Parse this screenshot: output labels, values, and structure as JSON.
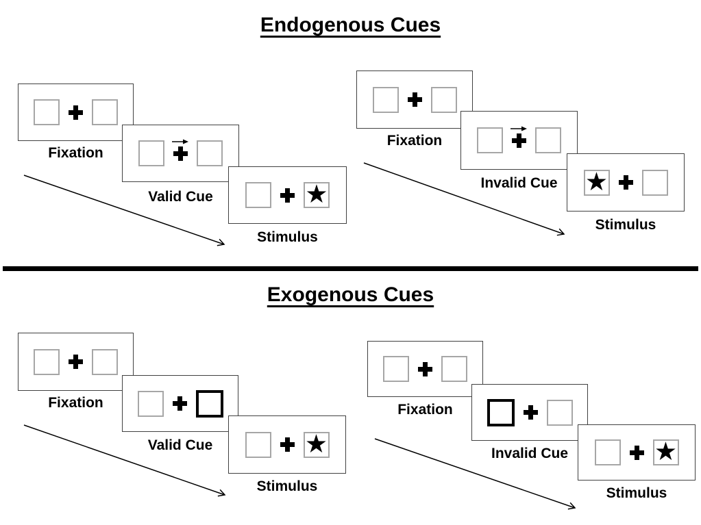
{
  "diagram": {
    "type": "posner-cueing-paradigm",
    "sections": [
      {
        "id": "endogenous",
        "title": "Endogenous Cues",
        "groups": [
          {
            "id": "valid",
            "panels": [
              {
                "label": "Fixation",
                "left_box": "empty",
                "center": "plus",
                "right_box": "empty"
              },
              {
                "label": "Valid Cue",
                "left_box": "empty",
                "center": "plus-with-right-arrow",
                "right_box": "empty"
              },
              {
                "label": "Stimulus",
                "left_box": "empty",
                "center": "plus",
                "right_box": "star"
              }
            ]
          },
          {
            "id": "invalid",
            "panels": [
              {
                "label": "Fixation",
                "left_box": "empty",
                "center": "plus",
                "right_box": "empty"
              },
              {
                "label": "Invalid Cue",
                "left_box": "empty",
                "center": "plus-with-right-arrow",
                "right_box": "empty"
              },
              {
                "label": "Stimulus",
                "left_box": "star",
                "center": "plus",
                "right_box": "empty"
              }
            ]
          }
        ]
      },
      {
        "id": "exogenous",
        "title": "Exogenous Cues",
        "groups": [
          {
            "id": "valid",
            "panels": [
              {
                "label": "Fixation",
                "left_box": "empty",
                "center": "plus",
                "right_box": "empty"
              },
              {
                "label": "Valid Cue",
                "left_box": "empty",
                "center": "plus",
                "right_box": "highlighted"
              },
              {
                "label": "Stimulus",
                "left_box": "empty",
                "center": "plus",
                "right_box": "star"
              }
            ]
          },
          {
            "id": "invalid",
            "panels": [
              {
                "label": "Fixation",
                "left_box": "empty",
                "center": "plus",
                "right_box": "empty"
              },
              {
                "label": "Invalid Cue",
                "left_box": "highlighted",
                "center": "plus",
                "right_box": "empty"
              },
              {
                "label": "Stimulus",
                "left_box": "empty",
                "center": "plus",
                "right_box": "star"
              }
            ]
          }
        ]
      }
    ],
    "symbols": {
      "star": "★",
      "plus": "+",
      "cue_arrow": "→"
    },
    "colors": {
      "background": "#ffffff",
      "panel_border": "#404040",
      "box_border": "#a6a6a6",
      "highlight_box_border": "#000000",
      "symbol": "#000000",
      "divider": "#000000",
      "text": "#000000"
    }
  }
}
